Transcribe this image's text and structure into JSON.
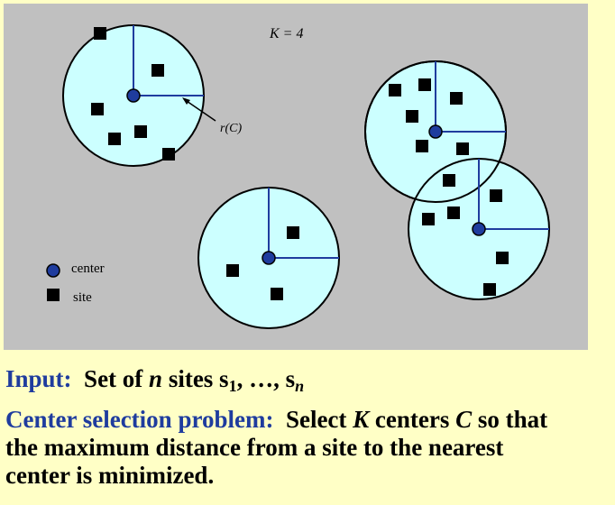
{
  "diagram": {
    "k_label": "K = 4",
    "radius_label": "r(C)",
    "legend": {
      "center_label": "center",
      "site_label": "site"
    },
    "colors": {
      "background": "#C0C0C0",
      "circle_fill": "#CCFFFF",
      "center_fill": "#1F3C9E",
      "radius_line": "#1F3C9E",
      "site_fill": "#000000"
    }
  },
  "text": {
    "input_label": "Input:",
    "input_body_1": "Set of",
    "input_n": "n",
    "input_body_2": "sites s",
    "input_sub1": "1",
    "input_body_3": ", …, s",
    "input_subn": "n",
    "problem_label": "Center selection problem:",
    "problem_body_1": "Select",
    "problem_K": "K",
    "problem_body_2": "centers",
    "problem_C": "C",
    "problem_body_3": "so that",
    "problem_line2": "the maximum distance from a site to the nearest",
    "problem_line3": "center is minimized."
  }
}
